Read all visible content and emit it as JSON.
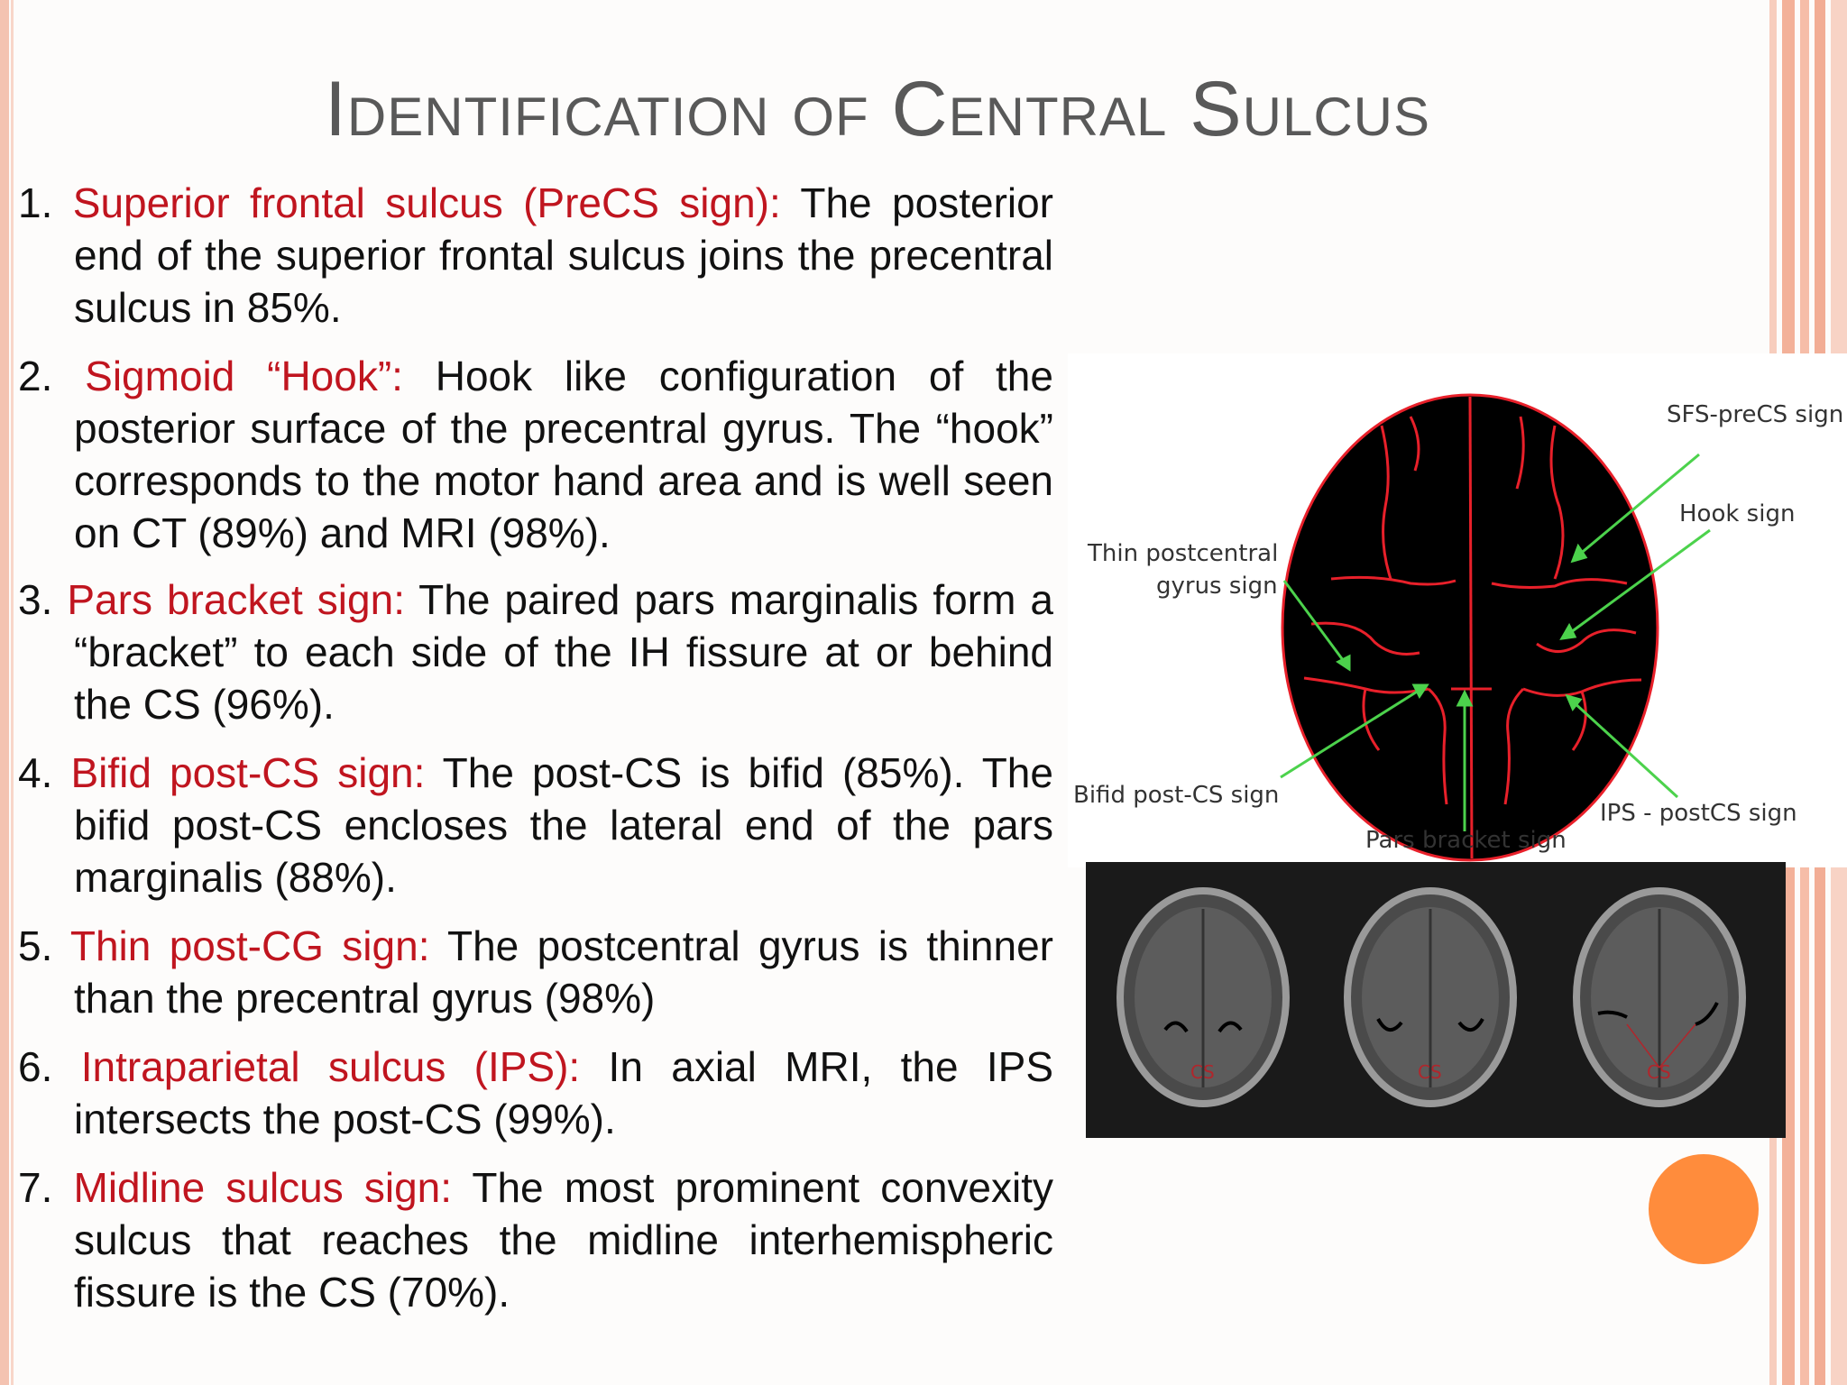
{
  "slide": {
    "title": "Identification of Central Sulcus",
    "points": [
      {
        "number": "1. ",
        "term": "Superior frontal sulcus (PreCS sign):",
        "text": " The posterior end of the superior frontal sulcus joins the precentral sulcus in 85%."
      },
      {
        "number": "2. ",
        "term": "Sigmoid “Hook”:",
        "text": " Hook like configuration of the posterior surface of the precentral gyrus. The “hook” corresponds to the motor hand area and is well seen on CT (89%) and MRI (98%)."
      },
      {
        "number": "3. ",
        "term": "Pars bracket sign:",
        "text": " The paired pars marginalis form a “bracket” to each side of the IH fissure at or behind the CS (96%)."
      },
      {
        "number": "4. ",
        "term": "Bifid post-CS sign:",
        "text": " The post-CS is bifid (85%). The bifid post-CS encloses the lateral end of the pars marginalis (88%)."
      },
      {
        "number": "5. ",
        "term": "Thin post-CG sign:",
        "text": " The postcentral gyrus is thinner than the precentral gyrus (98%)"
      },
      {
        "number": "6. ",
        "term": "Intraparietal sulcus (IPS):",
        "text": " In axial MRI, the IPS intersects the post-CS (99%)."
      },
      {
        "number": "7. ",
        "term": "Midline sulcus sign:",
        "text": " The most prominent convexity sulcus that reaches the midline interhemispheric fissure is the CS (70%)."
      }
    ]
  },
  "diagram": {
    "labels": {
      "sfs_precs": "SFS-preCS sign",
      "hook": "Hook sign",
      "thin_postcentral_1": "Thin postcentral",
      "thin_postcentral_2": "gyrus sign",
      "bifid": "Bifid post-CS sign",
      "pars_bracket": "Pars bracket sign",
      "ips": "IPS - postCS sign"
    }
  },
  "mri": {
    "cs_label": "CS"
  },
  "colors": {
    "accent_red": "#c0151f",
    "title_gray": "#595959",
    "arrow_green": "#4cd24c",
    "sulcus_red": "#e8202a",
    "orange": "#ff8c3c",
    "stripe_salmon": "#f6b9a2"
  }
}
